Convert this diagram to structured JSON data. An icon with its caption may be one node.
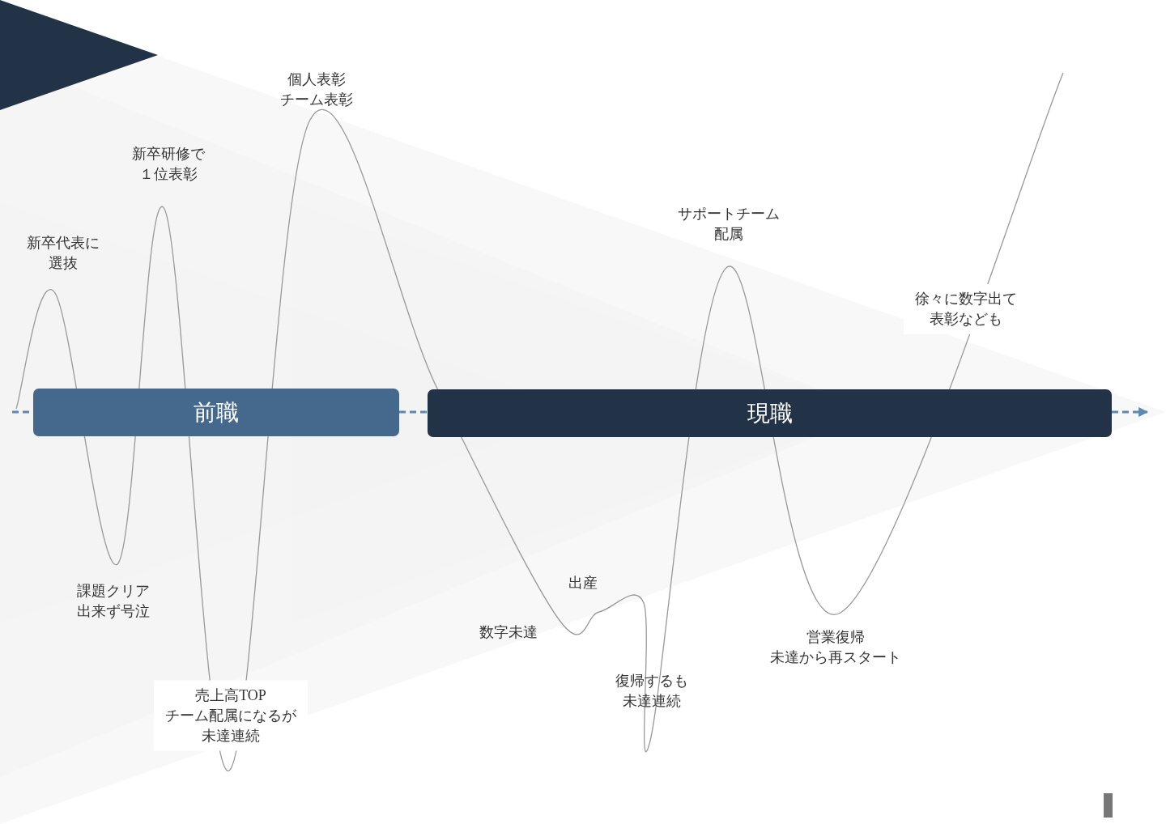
{
  "diagram": {
    "nodes": [
      {
        "text": [
          "前職"
        ]
      },
      {
        "text": [
          "現職"
        ]
      }
    ],
    "edges": [
      {
        "from": null,
        "to": 0,
        "arrow": "none",
        "style": "dashed"
      },
      {
        "from": 0,
        "to": 1,
        "arrow": "none",
        "style": "dashed"
      },
      {
        "from": 1,
        "to": null,
        "arrow": "to",
        "style": "dashed"
      }
    ],
    "labels": [
      "個人表彰チーム表彰",
      "新卒研修で１位表彰",
      "サポートチーム配属",
      "新卒代表に選抜",
      "徐々に数字出て表彰なども",
      "出産",
      "課題クリア出来ず号泣",
      "数字未達",
      "営業復帰未達から再スタート",
      "復帰するも未達連続",
      "売上高TOPチーム配属になるが未達連続"
    ]
  }
}
